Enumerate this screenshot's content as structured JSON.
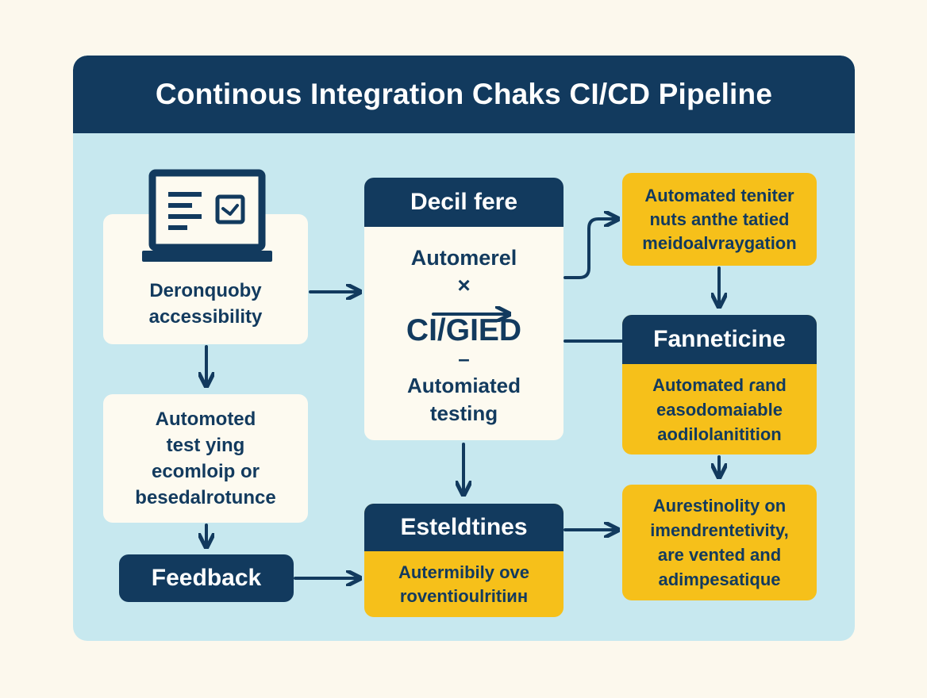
{
  "title": "Continous Integration Chaks CI/CD Pipeline",
  "nodes": {
    "dev": {
      "lines": [
        "Deronquoby",
        "accessibility"
      ],
      "icon": "laptop-icon"
    },
    "automoted": {
      "lines": [
        "Automoted",
        "test ying",
        "ecomloip or",
        "besedalrotunce"
      ]
    },
    "feedback": {
      "label": "Feedback"
    },
    "center": {
      "header": "Decil fere",
      "line1": "Automerel",
      "mult": "×",
      "ci": "CI/GIED",
      "dash": "–",
      "lines": [
        "Automiated",
        "testing"
      ]
    },
    "esteld": {
      "header": "Esteldtines",
      "lines": [
        "Autermibily ove",
        "roventioulritiин"
      ]
    },
    "tr_top": {
      "lines": [
        "Automated teniter",
        "nuts anthe tatied",
        "meidoalvraygation"
      ]
    },
    "fann": {
      "header": "Fanneticine",
      "lines": [
        "Automated ɾand",
        "easodomaiable",
        "aodilolanitition"
      ]
    },
    "bottom_right": {
      "lines": [
        "Aurestinolity on",
        "imendrentetivity,",
        "are vented and",
        "adimpesatique"
      ]
    }
  },
  "colors": {
    "navy": "#123a5e",
    "yellow": "#f6c01a",
    "panel": "#c7e8ef",
    "card": "#fdfaf0"
  }
}
